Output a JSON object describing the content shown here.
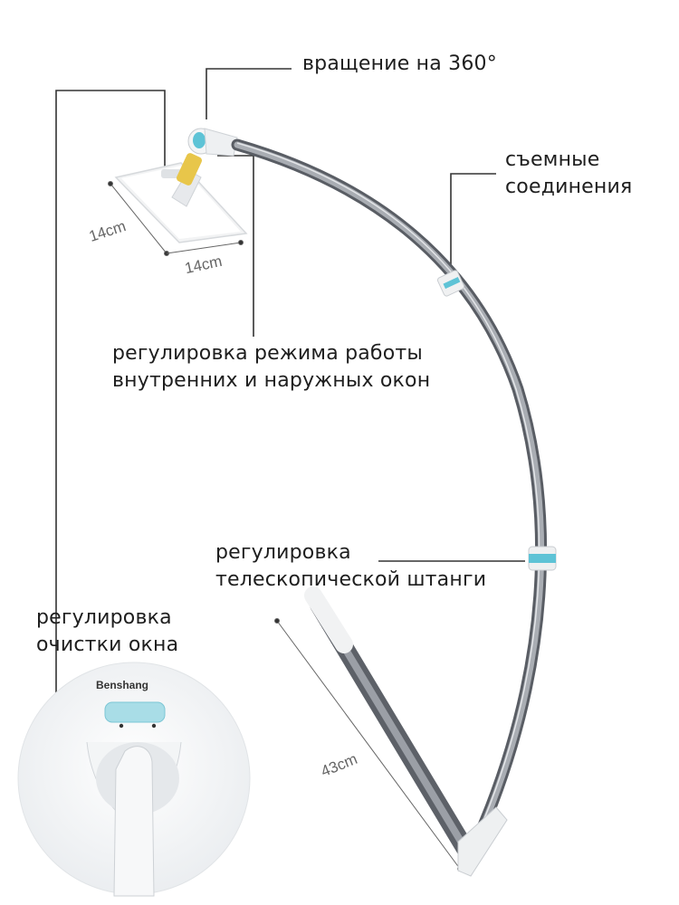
{
  "labels": {
    "rotation": "вращение на 360°",
    "joints": [
      "съемные",
      "соединения"
    ],
    "mode": [
      "регулировка режима работы",
      "внутренних и наружных окон"
    ],
    "telescope": [
      "регулировка",
      "телескопической штанги"
    ],
    "window_clean": [
      "регулировка",
      "очистки окна"
    ]
  },
  "dimensions": {
    "head_side": "14cm",
    "head_bottom": "14cm",
    "handle": "43cm"
  },
  "product": {
    "brand": "Benshang"
  },
  "colors": {
    "accent": "#5ec3d6",
    "pole": "#8a8e95",
    "pole_dark": "#6c7078",
    "text": "#1e1e1e",
    "leader": "#333333"
  },
  "icons": [
    "mop-head",
    "swivel-joint",
    "telescopic-pole",
    "handle"
  ]
}
